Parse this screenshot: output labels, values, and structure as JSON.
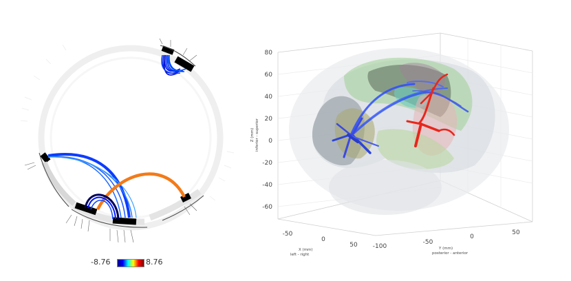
{
  "colorbar": {
    "min_label": "-8.76",
    "max_label": "8.76",
    "stops": [
      "#00008f",
      "#0000ff",
      "#00ffff",
      "#ffff00",
      "#ff0000",
      "#800000"
    ]
  },
  "axes3d": {
    "z_ticks": [
      "80",
      "60",
      "40",
      "20",
      "0",
      "-20",
      "-40",
      "-60"
    ],
    "z_label": "Z (mm)",
    "z_sublabel": "inferior - superior",
    "x_ticks": [
      "-50",
      "0",
      "50"
    ],
    "x_label": "X (mm)",
    "x_sublabel": "left - right",
    "y_ticks": [
      "-100",
      "-50",
      "0",
      "50"
    ],
    "y_label": "Y (mm)",
    "y_sublabel": "posterior - anterior"
  },
  "colors": {
    "negative_edge": "#1f3fff",
    "positive_edge": "#e8261c",
    "orange_edge": "#f27b1a"
  }
}
